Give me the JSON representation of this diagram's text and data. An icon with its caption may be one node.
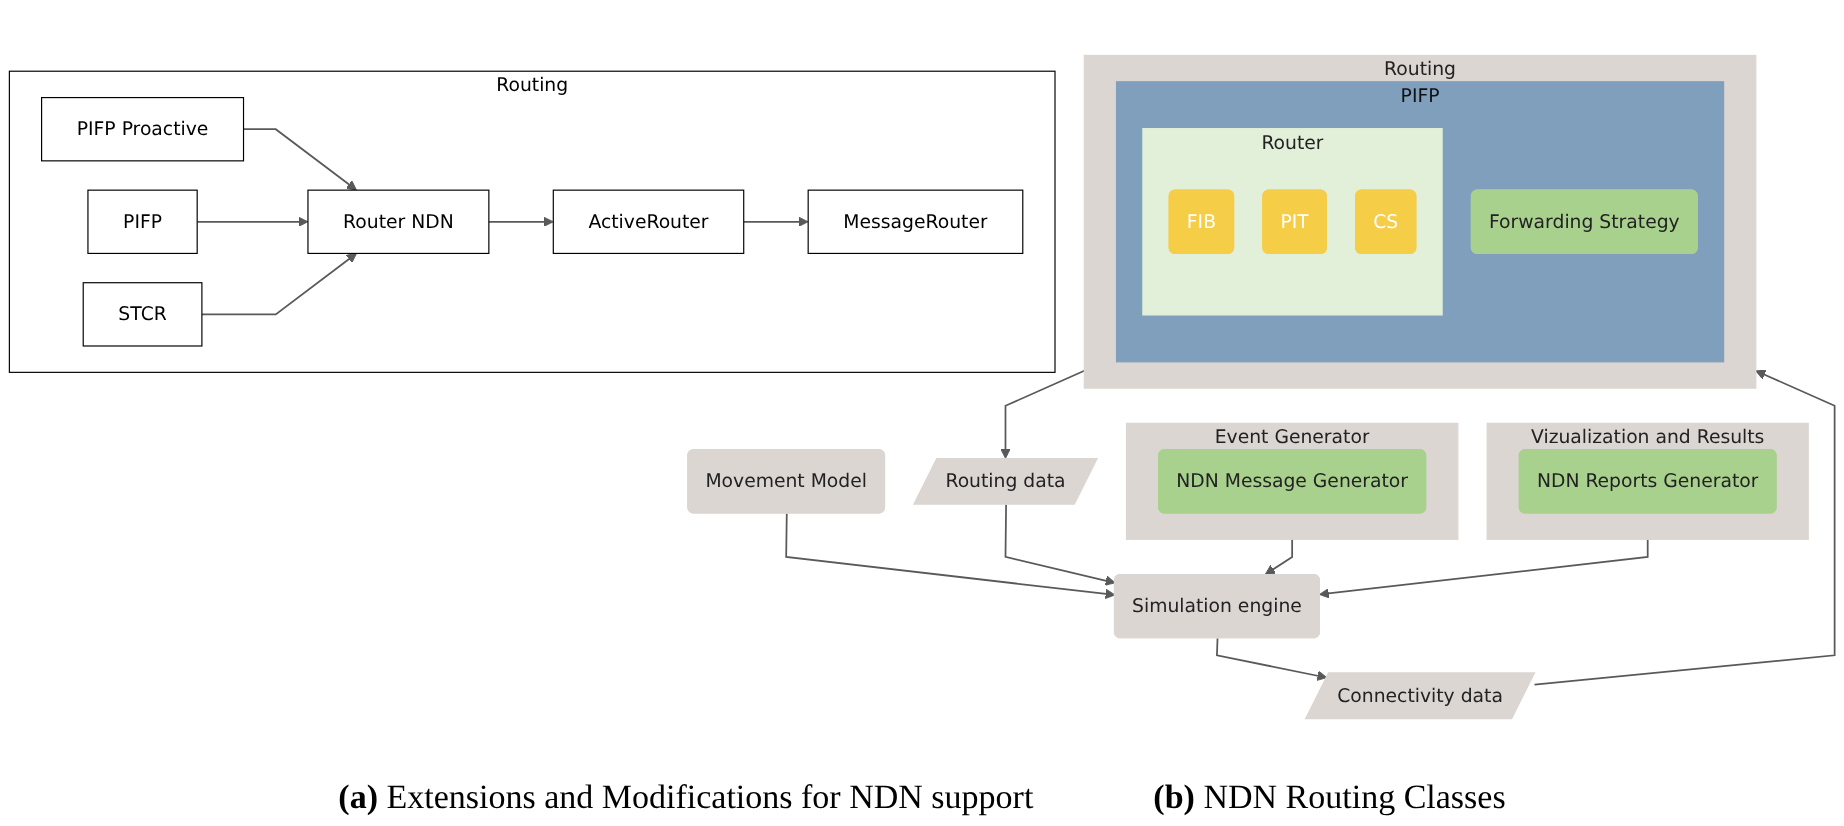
{
  "diagram": {
    "nodes": [
      {
        "text": [
          "Event Generator"
        ]
      },
      {
        "text": [
          "NDN Message Generator"
        ],
        "in": 0
      },
      {
        "text": [
          "Movement Model"
        ]
      },
      {
        "text": [
          "Vizualization and Results"
        ]
      },
      {
        "text": [
          "NDN Reports Generator"
        ],
        "in": 3
      },
      {
        "text": [
          "Routing"
        ]
      },
      {
        "text": [
          "PIFP"
        ],
        "in": 5
      },
      {
        "text": [
          "Forwarding Strategy"
        ],
        "in": 6
      },
      {
        "text": [
          "Router"
        ],
        "in": 6
      },
      {
        "text": [
          "FIB"
        ],
        "in": 8
      },
      {
        "text": [
          "PIT"
        ],
        "in": 8
      },
      {
        "text": [
          "CS"
        ],
        "in": 8
      },
      {
        "text": [
          "Simulation engine"
        ]
      },
      {
        "text": [
          "Connectivity data"
        ]
      },
      {
        "text": [
          "Routing data"
        ]
      },
      {
        "text": [
          "Routing"
        ]
      },
      {
        "text": [
          "MessageRouter"
        ],
        "in": 15
      },
      {
        "text": [
          "ActiveRouter"
        ],
        "in": 15
      },
      {
        "text": [
          "Router NDN"
        ],
        "in": 15
      },
      {
        "text": [
          "PIFP Proactive"
        ],
        "in": 15
      },
      {
        "text": [
          "PIFP"
        ],
        "in": 15
      },
      {
        "text": [
          "STCR"
        ],
        "in": 15
      }
    ],
    "edges": [
      {
        "from": 0,
        "to": 12,
        "arrow": "to"
      },
      {
        "from": 2,
        "to": 12,
        "arrow": "to"
      },
      {
        "from": 3,
        "to": 12,
        "arrow": "to"
      },
      {
        "from": 12,
        "to": 13,
        "arrow": "to"
      },
      {
        "from": 13,
        "to": 5,
        "arrow": "to"
      },
      {
        "from": 5,
        "to": 14,
        "arrow": "to"
      },
      {
        "from": 14,
        "to": 12,
        "arrow": "to"
      },
      {
        "from": 17,
        "to": 16,
        "arrow": "to"
      },
      {
        "from": 18,
        "to": 17,
        "arrow": "to"
      },
      {
        "from": 19,
        "to": 18,
        "arrow": "to"
      },
      {
        "from": 20,
        "to": 18,
        "arrow": "to"
      },
      {
        "from": 21,
        "to": 18,
        "arrow": "to"
      }
    ],
    "labels": [
      "**(a)** Extensions and Modifications for NDN support",
      "**(b)** NDN Routing Classes"
    ]
  }
}
